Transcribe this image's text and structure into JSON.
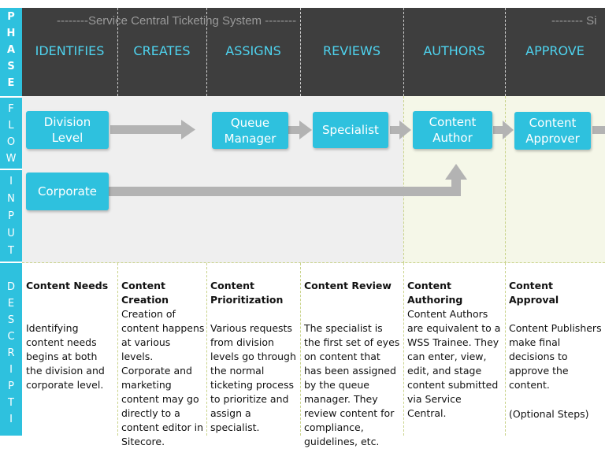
{
  "sidebar": {
    "phase": [
      "P",
      "H",
      "A",
      "S",
      "E"
    ],
    "flow": [
      "F",
      "L",
      "O",
      "W"
    ],
    "input": [
      "I",
      "N",
      "P",
      "U",
      "T"
    ],
    "description": [
      "D",
      "E",
      "S",
      "C",
      "R",
      "I",
      "P",
      "T",
      "I"
    ]
  },
  "banner": {
    "left": "--------Service Central Ticketing System --------",
    "right": "-------- Si"
  },
  "phases": [
    "IDENTIFIES",
    "CREATES",
    "ASSIGNS",
    "REVIEWS",
    "AUTHORS",
    "APPROVE"
  ],
  "boxes": {
    "division": "Division Level",
    "queue": "Queue Manager",
    "specialist": "Specialist",
    "author": "Content Author",
    "approver": "Content Approver",
    "corporate": "Corporate"
  },
  "descriptions": [
    {
      "title": "Content Needs",
      "body": "Identifying content needs begins at both the division and corporate level."
    },
    {
      "title": "Content Creation",
      "body": "Creation of content happens at various levels. Corporate and marketing content may go directly to a content editor in Sitecore."
    },
    {
      "title": "Content Prioritization",
      "body": "Various requests from division levels go through the normal ticketing process to prioritize and assign a specialist."
    },
    {
      "title": "Content Review",
      "body": "The specialist is the first set of eyes on content that has been assigned by the queue manager. They review content for compliance, guidelines, etc."
    },
    {
      "title": "Content Authoring",
      "body": "Content Authors are equivalent to a WSS Trainee. They can enter, view, edit, and stage content submitted via Service Central."
    },
    {
      "title": "Content Approval",
      "body": "Content Publishers make final decisions to approve the content.",
      "note": "(Optional Steps)"
    }
  ],
  "colors": {
    "sidebar": "#2ec1de",
    "phase_band": "#3e3e3e",
    "phase_text": "#4ed3ef",
    "box": "#2ec1de",
    "arrow": "#b3b3b3",
    "flow_bg_left": "#efefef",
    "flow_bg_right": "#f5f7e8"
  }
}
